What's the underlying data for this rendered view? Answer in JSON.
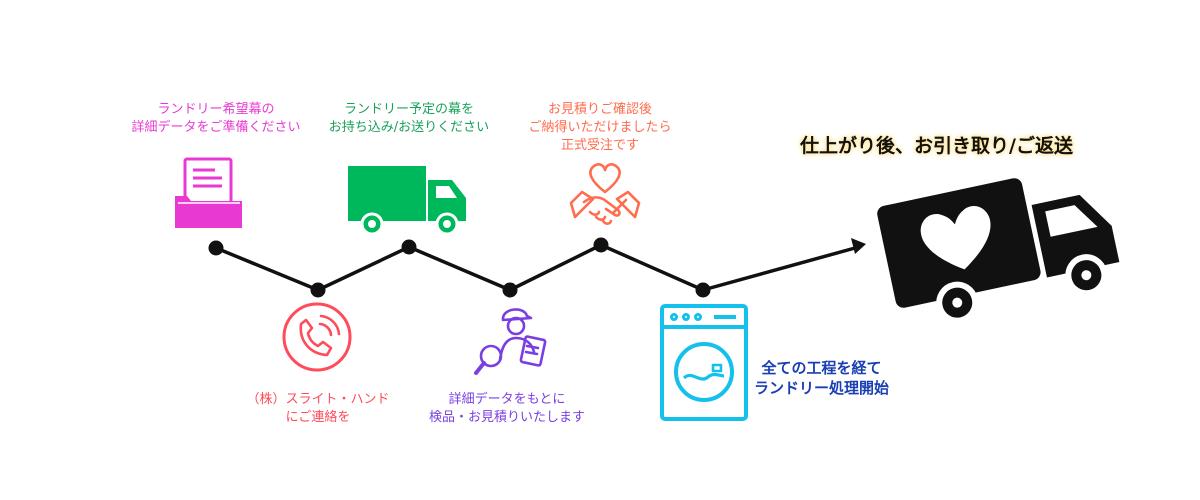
{
  "colors": {
    "magenta": "#e83ad3",
    "green": "#00b85c",
    "coral": "#ff6c4e",
    "red": "#ff4b5a",
    "purple": "#7a3fe0",
    "cyan": "#14c0ec",
    "navy": "#1a3fb3",
    "line": "#111111"
  },
  "steps": {
    "s1": {
      "line1": "ランドリー希望幕の",
      "line2": "詳細データをご準備ください",
      "icon": "folder-document-icon"
    },
    "s2": {
      "line1": "ランドリー予定の幕を",
      "line2": "お持ち込み/お送りください",
      "icon": "delivery-truck-icon"
    },
    "s3": {
      "line1": "お見積りご確認後",
      "line2": "ご納得いただけましたら",
      "line3": "正式受注です",
      "icon": "handshake-heart-icon"
    },
    "s4": {
      "line1": "（株）スライト・ハンド",
      "line2": "にご連絡を",
      "icon": "phone-call-icon"
    },
    "s5": {
      "line1": "詳細データをもとに",
      "line2": "検品・お見積りいたします",
      "icon": "inspector-magnifier-icon"
    },
    "s6": {
      "line1": "全ての工程を経て",
      "line2": "ランドリー処理開始",
      "icon": "washing-machine-icon"
    }
  },
  "final": {
    "title": "仕上がり後、お引き取り/ご返送",
    "icon": "heart-truck-icon"
  }
}
